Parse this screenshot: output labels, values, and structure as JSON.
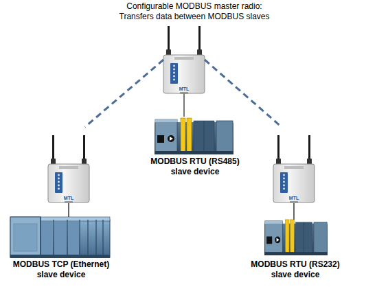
{
  "diagram": {
    "nodes": [
      {
        "text": [
          "Configurable MODBUS master radio: Transfers data between MODBUS slaves"
        ]
      },
      {
        "text": [
          "MODBUS RTU (RS485) slave device"
        ]
      },
      {
        "text": [
          "MODBUS TCP (Ethernet) slave device"
        ]
      },
      {
        "text": [
          "MODBUS RTU (RS232) slave device"
        ]
      }
    ],
    "edges": [
      {
        "from": 0,
        "to": 1,
        "arrow": "none"
      },
      {
        "from": 0,
        "to": 2,
        "arrow": "none"
      },
      {
        "from": 0,
        "to": 3,
        "arrow": "none"
      }
    ],
    "labels": [
      "MTL",
      "MTL",
      "MTL"
    ]
  }
}
